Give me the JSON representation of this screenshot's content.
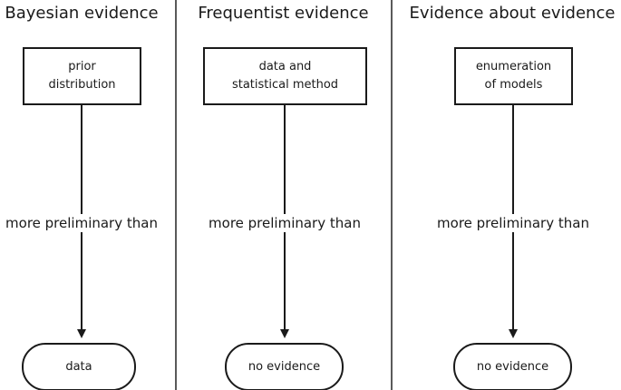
{
  "columns": [
    {
      "title": "Bayesian evidence",
      "box": "prior\ndistribution",
      "relation": "more preliminary than",
      "terminal": "data"
    },
    {
      "title": "Frequentist evidence",
      "box": "data and\nstatistical method",
      "relation": "more preliminary than",
      "terminal": "no evidence"
    },
    {
      "title": "Evidence about evidence",
      "box": "enumeration\nof models",
      "relation": "more preliminary than",
      "terminal": "no evidence"
    }
  ],
  "colors": {
    "ink": "#1a1a1a",
    "divider": "#5a5a5a"
  }
}
